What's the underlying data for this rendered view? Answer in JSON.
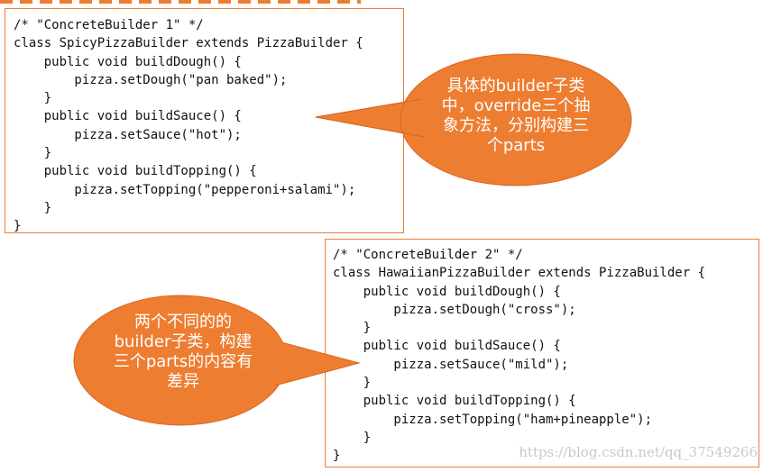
{
  "colors": {
    "accent": "#ed7d31",
    "callout_fill": "#ed7d31",
    "callout_text": "#ffffff",
    "code_text": "#111111",
    "watermark": "#c9c9c9"
  },
  "code_block_1": {
    "lines": [
      "/* \"ConcreteBuilder 1\" */",
      "class SpicyPizzaBuilder extends PizzaBuilder {",
      "    public void buildDough() {",
      "        pizza.setDough(\"pan baked\");",
      "    }",
      "    public void buildSauce() {",
      "        pizza.setSauce(\"hot\");",
      "    }",
      "    public void buildTopping() {",
      "        pizza.setTopping(\"pepperoni+salami\");",
      "    }",
      "}"
    ]
  },
  "code_block_2": {
    "lines": [
      "/* \"ConcreteBuilder 2\" */",
      "class HawaiianPizzaBuilder extends PizzaBuilder {",
      "    public void buildDough() {",
      "        pizza.setDough(\"cross\");",
      "    }",
      "    public void buildSauce() {",
      "        pizza.setSauce(\"mild\");",
      "    }",
      "    public void buildTopping() {",
      "        pizza.setTopping(\"ham+pineapple\");",
      "    }",
      "}"
    ]
  },
  "callout_1": {
    "lines": [
      "具体的builder子类",
      "中，override三个抽",
      "象方法，分别构建三",
      "个parts"
    ]
  },
  "callout_2": {
    "lines": [
      "两个不同的的",
      "builder子类，构建",
      "三个parts的内容有",
      "差异"
    ]
  },
  "watermark": "https://blog.csdn.net/qq_37549266"
}
